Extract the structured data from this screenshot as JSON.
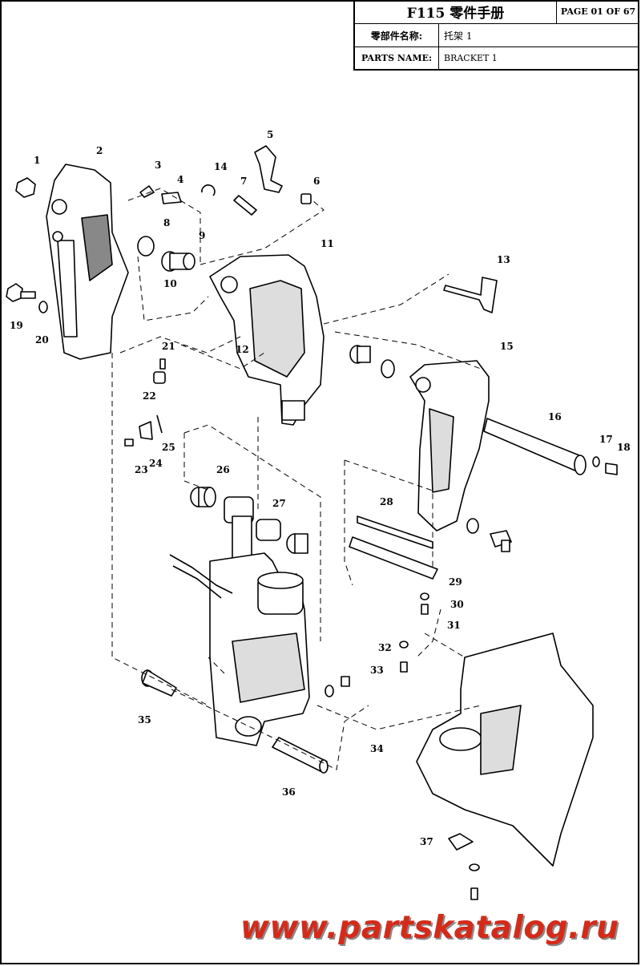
{
  "title_block": {
    "title": "F115 零件手册",
    "page": "PAGE 01 OF 67",
    "name_label_cn": "零部件名称:",
    "name_value_cn": "托架 1",
    "name_label_en": "PARTS NAME:",
    "name_value_en": "BRACKET 1"
  },
  "watermark": "www.partskatalog.ru",
  "callouts": [
    "1",
    "2",
    "3",
    "4",
    "5",
    "6",
    "7",
    "8",
    "9",
    "10",
    "11",
    "12",
    "13",
    "14",
    "15",
    "16",
    "17",
    "18",
    "19",
    "20",
    "21",
    "22",
    "23",
    "24",
    "25",
    "26",
    "27",
    "28",
    "29",
    "30",
    "31",
    "32",
    "33",
    "34",
    "35",
    "36",
    "37"
  ]
}
